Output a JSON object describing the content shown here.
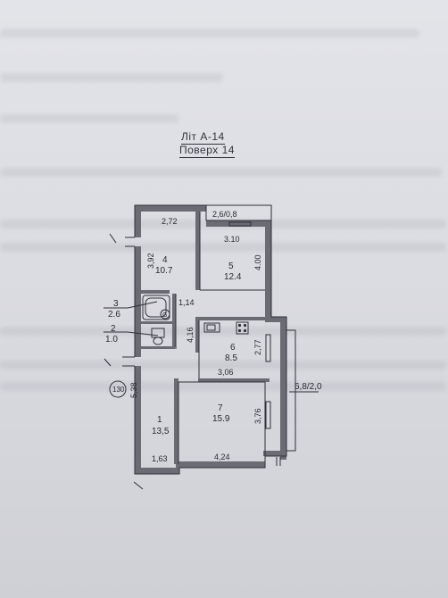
{
  "header": {
    "letter": "Літ А-14",
    "floor": "Поверх 14"
  },
  "rooms": [
    {
      "num": "1",
      "area": "13,5"
    },
    {
      "num": "2",
      "area": "1.0"
    },
    {
      "num": "3",
      "area": "2.6"
    },
    {
      "num": "4",
      "area": "10.7"
    },
    {
      "num": "5",
      "area": "12.4"
    },
    {
      "num": "6",
      "area": "8.5"
    },
    {
      "num": "7",
      "area": "15.9"
    }
  ],
  "dims": {
    "d272": "2,72",
    "d392": "3,92",
    "d310": "3.10",
    "d400": "4.00",
    "d114": "1,14",
    "d416": "4,16",
    "d277": "2,77",
    "d306": "3,06",
    "d538": "5,38",
    "d376": "3,76",
    "d163": "1,63",
    "d424": "4,24"
  },
  "balconies": {
    "top": "2,6/0,8",
    "right": "6,8/2,0"
  },
  "entrance_number": "130",
  "colors": {
    "paper": "#d9dadf",
    "ink": "#2a2a33",
    "wall": "#5a5b64"
  }
}
